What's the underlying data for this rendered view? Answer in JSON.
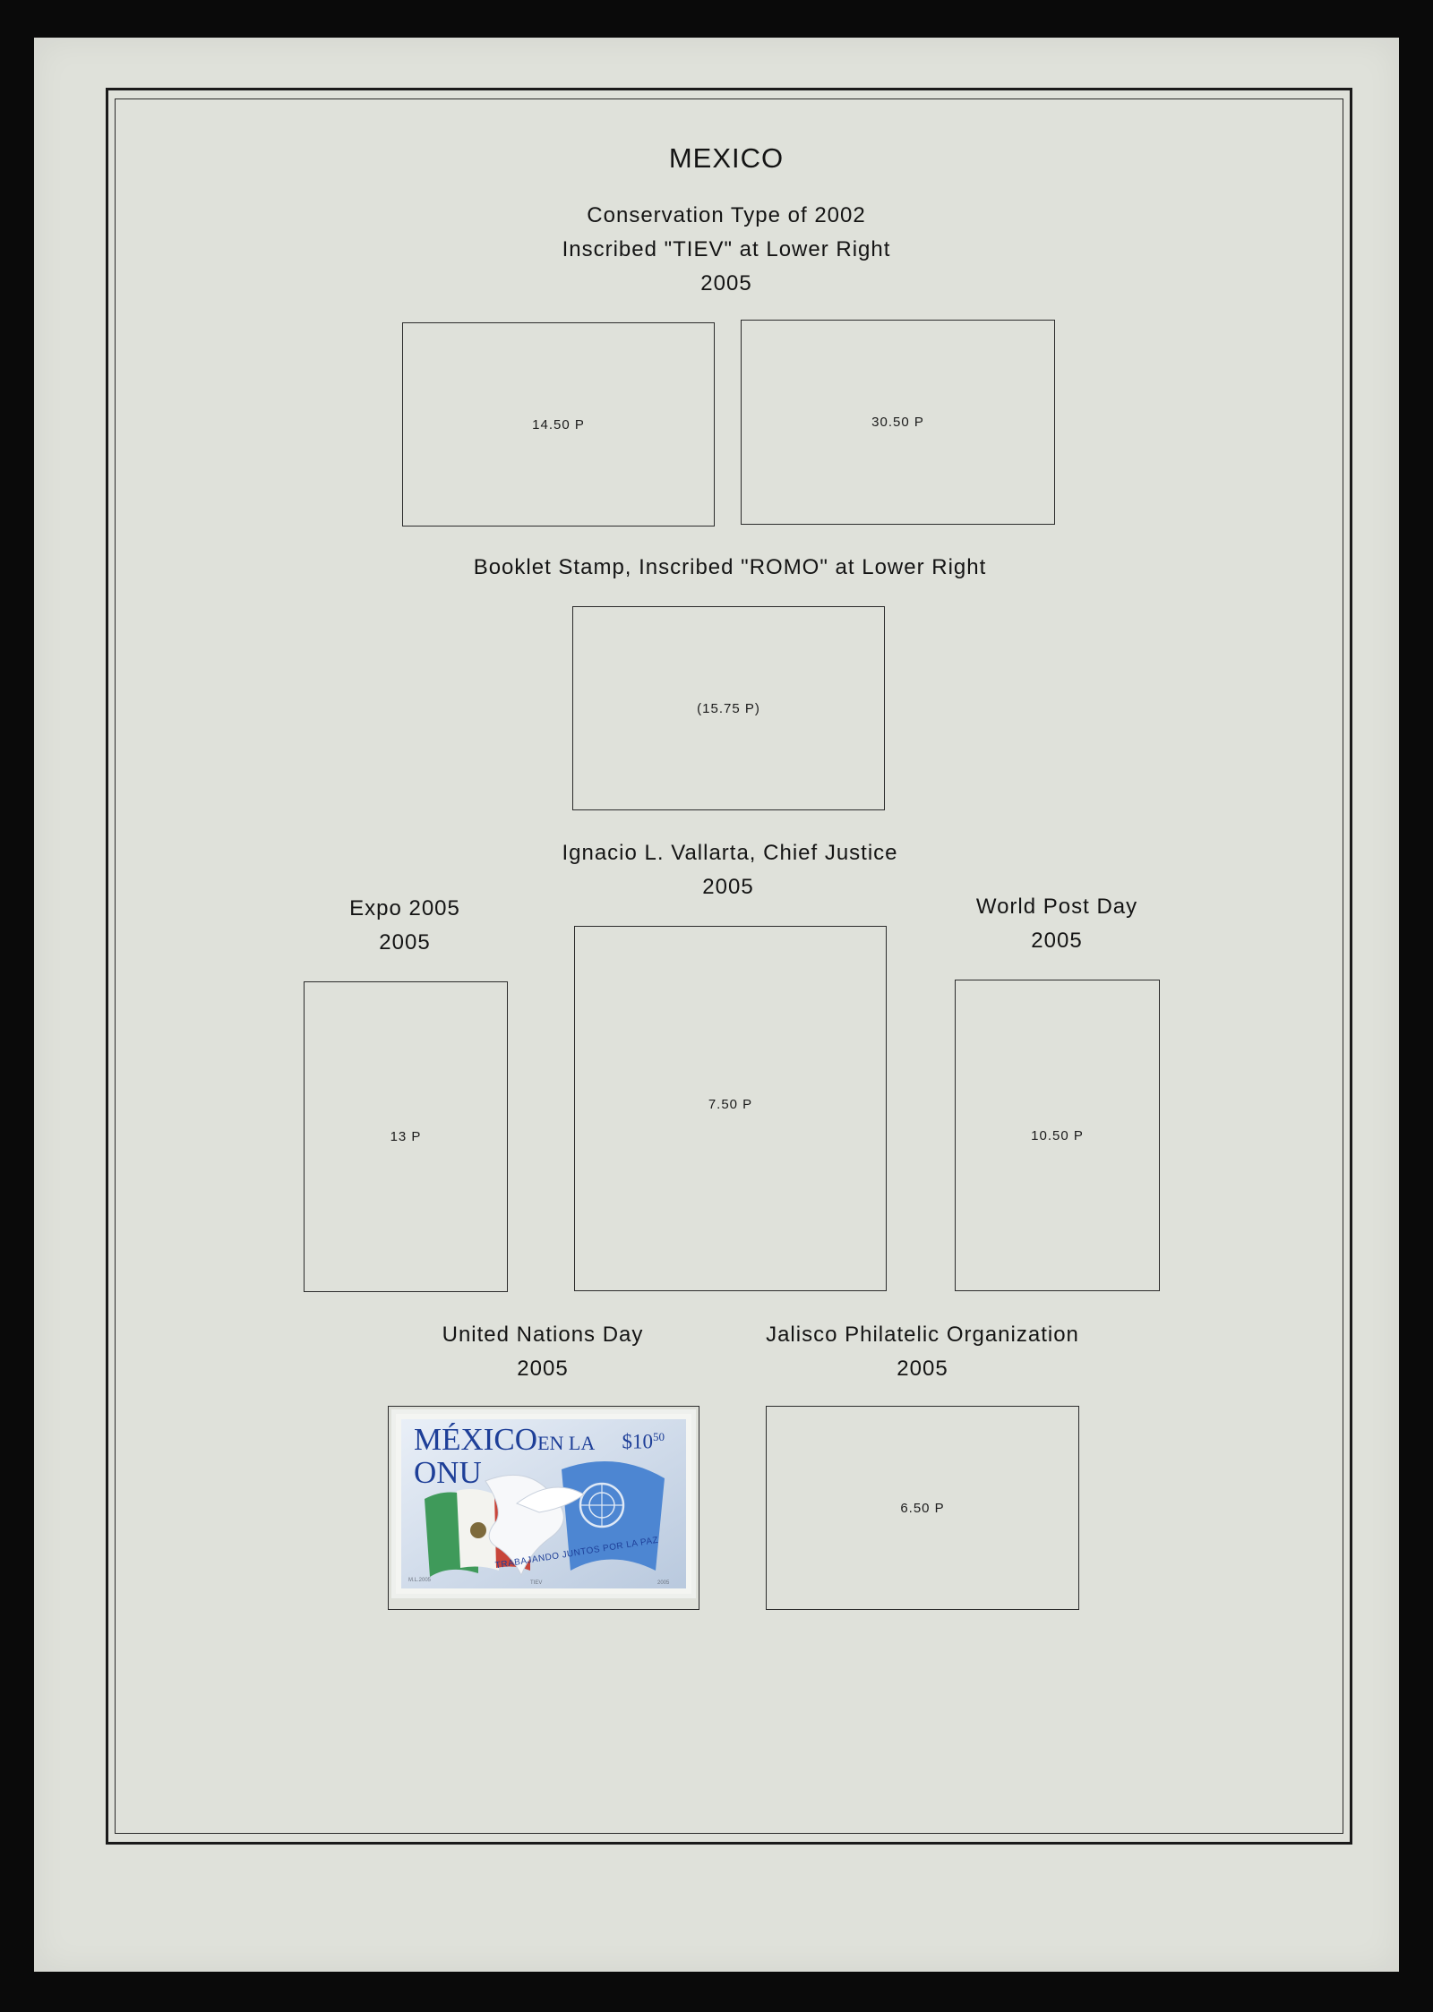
{
  "page": {
    "title": "MEXICO"
  },
  "sections": {
    "conservation": {
      "lines": [
        "Conservation Type of 2002",
        "Inscribed \"TIEV\" at Lower Right",
        "2005"
      ],
      "slots": [
        "14.50 P",
        "30.50 P"
      ]
    },
    "booklet": {
      "heading": "Booklet Stamp, Inscribed \"ROMO\" at Lower Right",
      "slot": "(15.75 P)"
    },
    "vallarta": {
      "lines": [
        "Ignacio L. Vallarta, Chief Justice",
        "2005"
      ],
      "slot": "7.50 P"
    },
    "expo": {
      "lines": [
        "Expo 2005",
        "2005"
      ],
      "slot": "13 P"
    },
    "world_post": {
      "lines": [
        "World Post Day",
        "2005"
      ],
      "slot": "10.50 P"
    },
    "un_day": {
      "lines": [
        "United Nations Day",
        "2005"
      ],
      "stamp": {
        "title_main": "MÉXICO",
        "title_small": "EN LA",
        "title_second": "ONU",
        "value": "$10",
        "value_cents": "50",
        "motto": "TRABAJANDO JUNTOS POR LA PAZ",
        "imprint_left": "M.L.2005",
        "imprint_mid": "TIEV",
        "imprint_right": "2005",
        "colors": {
          "ink": "#1e3f98",
          "flag_blue": "#4d86d2",
          "green": "#3f9a5a",
          "red": "#c8453a"
        }
      }
    },
    "jalisco": {
      "lines": [
        "Jalisco Philatelic Organization",
        "2005"
      ],
      "slot": "6.50 P"
    }
  }
}
